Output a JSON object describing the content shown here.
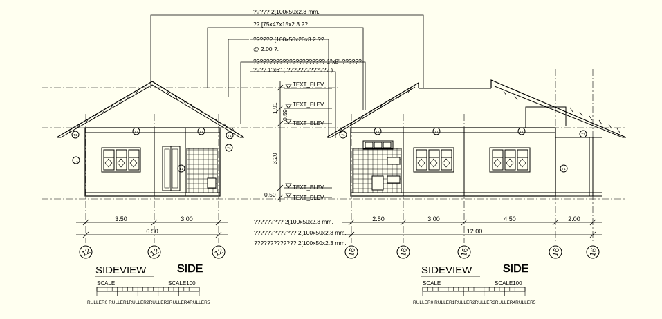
{
  "annotations": [
    "????? 2[100x50x2.3  mm.",
    "?? [75x47x15x2.3  ??.",
    "?????? [100x50x20x3.2  ??",
    "@ 2.00 ?.",
    "??????????????????????  1\"x8\"  ??????",
    "???? 1\"x6\"  ( ????????????? )"
  ],
  "purlin_notes": [
    "?????????   2[100x50x2.3  mm.",
    "?????????????   2[100x50x2.3  mm.",
    "?????????????   2[100x50x2.3  mm."
  ],
  "elevation_labels": [
    "TEXT_ELEV",
    "TEXT_ELEV",
    "TEXT_ELEV",
    "TEXT_ELEV",
    "TEXT_ELEV"
  ],
  "vertical_dims": [
    "1.91",
    "0.59",
    "3.20",
    "0.50"
  ],
  "window_tag": "T1",
  "left_view": {
    "dims_top": [
      "3.50",
      "3.00"
    ],
    "dim_total": "6.50",
    "grid_bubbles": [
      "12",
      "12",
      "12"
    ],
    "title": "SIDEVIEW",
    "title_side": "SIDE",
    "scale_label": "SCALE",
    "scale_value": "SCALE100",
    "ruler": "RULLER0 RULLER1RULLER2RULLER3RULLER4RULLER5"
  },
  "right_view": {
    "dims_top": [
      "2.50",
      "3.00",
      "4.50",
      "2.00"
    ],
    "dim_total": "12.00",
    "grid_bubbles": [
      "16",
      "16",
      "16",
      "16",
      "16"
    ],
    "title": "SIDEVIEW",
    "title_side": "SIDE",
    "scale_label": "SCALE",
    "scale_value": "SCALE100",
    "ruler": "RULLER0 RULLER1RULLER2RULLER3RULLER4RULLER5"
  }
}
